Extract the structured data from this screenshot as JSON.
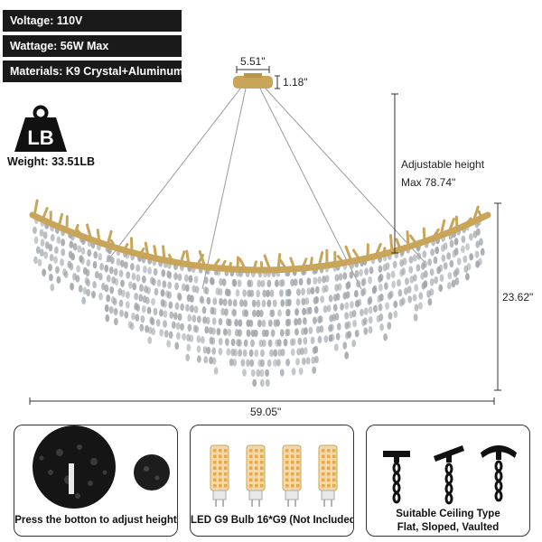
{
  "specs": {
    "voltage": "Voltage:  110V",
    "wattage": "Wattage:  56W Max",
    "materials": "Materials:  K9 Crystal+Aluminum"
  },
  "weight": {
    "icon_text": "LB",
    "label": "Weight:  33.51LB"
  },
  "dimensions": {
    "canopy_width": "5.51\"",
    "canopy_height": "1.18\"",
    "adjustable_title": "Adjustable height",
    "adjustable_max": "Max 78.74\"",
    "body_height": "23.62\"",
    "total_width": "59.05\""
  },
  "panels": {
    "canopy": {
      "caption": "Press the botton to adjust height"
    },
    "bulb": {
      "caption": "LED G9 Bulb  16*G9  (Not Included)"
    },
    "ceiling": {
      "caption_line1": "Suitable Ceiling Type",
      "caption_line2": "Flat, Sloped, Vaulted"
    }
  },
  "colors": {
    "bar": "#1a1a1a",
    "gold": "#c9a55a",
    "crystal": "#9ea3a8"
  },
  "icons": [
    "weight-icon",
    "ceiling-flat-icon",
    "ceiling-sloped-icon",
    "ceiling-vaulted-icon"
  ]
}
